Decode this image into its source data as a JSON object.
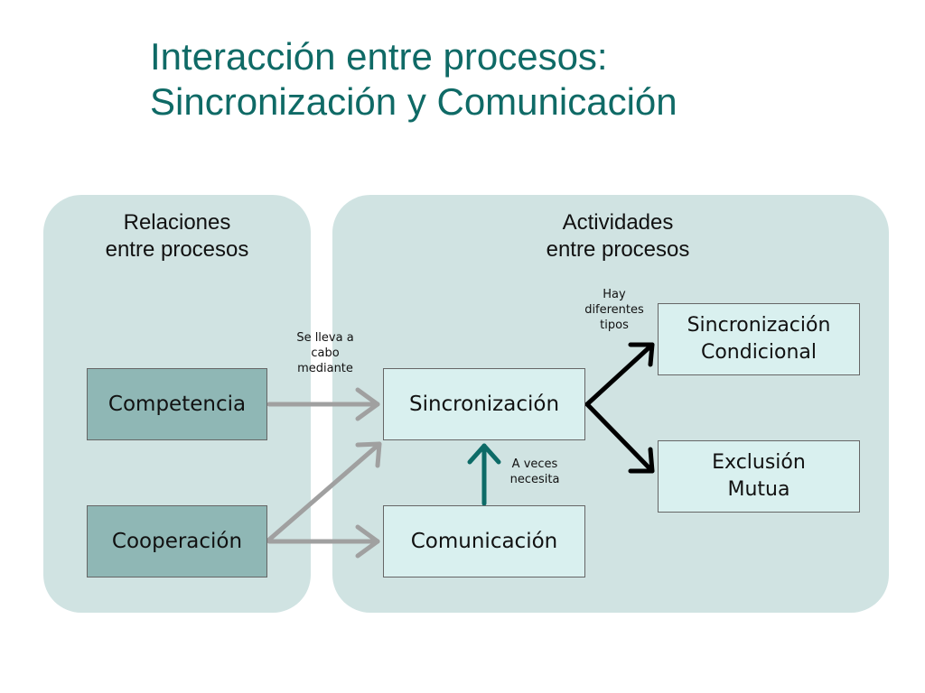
{
  "title": {
    "line1": "Interacción entre procesos:",
    "line2": "Sincronización y Comunicación"
  },
  "panels": {
    "left_heading": [
      "Relaciones",
      "entre procesos"
    ],
    "right_heading": [
      "Actividades",
      "entre procesos"
    ]
  },
  "nodes": {
    "competencia": "Competencia",
    "cooperacion": "Cooperación",
    "sincronizacion": "Sincronización",
    "comunicacion": "Comunicación",
    "sincronizacion_condicional": [
      "Sincronización",
      "Condicional"
    ],
    "exclusion_mutua": [
      "Exclusión",
      "Mutua"
    ]
  },
  "edge_labels": {
    "se_lleva_a_cabo": [
      "Se lleva a",
      "cabo",
      "mediante"
    ],
    "a_veces_necesita": [
      "A veces",
      "necesita"
    ],
    "hay_diferentes_tipos": [
      "Hay",
      "diferentes",
      "tipos"
    ]
  },
  "colors": {
    "title": "#0f6a66",
    "panel": "#d0e3e2",
    "dark_box": "#8fb7b5",
    "light_box": "#d9f0ef",
    "gray_arrow": "#a0a0a0",
    "teal_arrow": "#0d6b67",
    "black_arrow": "#000000"
  }
}
